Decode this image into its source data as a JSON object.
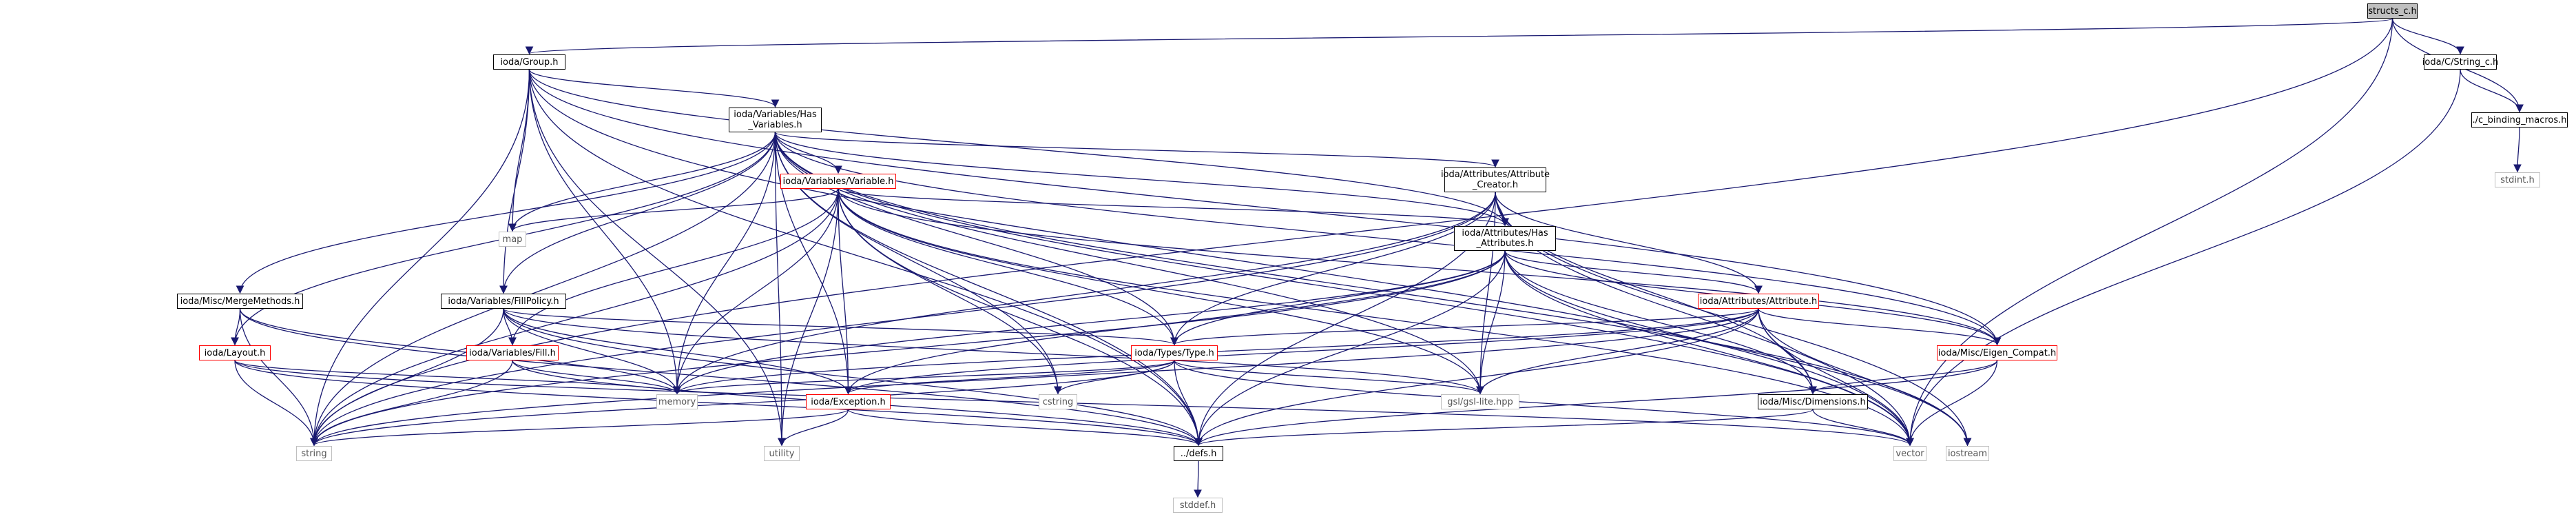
{
  "diagram": {
    "nodes": [
      {
        "id": "structs_c",
        "label": "structs_c.h",
        "kind": "root"
      },
      {
        "id": "group",
        "label": "ioda/Group.h",
        "kind": "doc"
      },
      {
        "id": "c_string",
        "label": "ioda/C/String_c.h",
        "kind": "doc"
      },
      {
        "id": "c_binding",
        "label": "./c_binding_macros.h",
        "kind": "doc"
      },
      {
        "id": "stdint",
        "label": "stdint.h",
        "kind": "ext"
      },
      {
        "id": "has_vars",
        "label": "ioda/Variables/Has\n_Variables.h",
        "kind": "doc"
      },
      {
        "id": "variable",
        "label": "ioda/Variables/Variable.h",
        "kind": "red"
      },
      {
        "id": "attr_creator",
        "label": "ioda/Attributes/Attribute\n_Creator.h",
        "kind": "doc"
      },
      {
        "id": "map",
        "label": "map",
        "kind": "ext"
      },
      {
        "id": "has_attrs",
        "label": "ioda/Attributes/Has\n_Attributes.h",
        "kind": "doc"
      },
      {
        "id": "mergemethods",
        "label": "ioda/Misc/MergeMethods.h",
        "kind": "doc"
      },
      {
        "id": "fillpolicy",
        "label": "ioda/Variables/FillPolicy.h",
        "kind": "doc"
      },
      {
        "id": "attribute",
        "label": "ioda/Attributes/Attribute.h",
        "kind": "red"
      },
      {
        "id": "layout",
        "label": "ioda/Layout.h",
        "kind": "red"
      },
      {
        "id": "fill",
        "label": "ioda/Variables/Fill.h",
        "kind": "red"
      },
      {
        "id": "type",
        "label": "ioda/Types/Type.h",
        "kind": "red"
      },
      {
        "id": "eigen",
        "label": "ioda/Misc/Eigen_Compat.h",
        "kind": "red"
      },
      {
        "id": "memory",
        "label": "memory",
        "kind": "ext"
      },
      {
        "id": "exception",
        "label": "ioda/Exception.h",
        "kind": "red"
      },
      {
        "id": "cstring",
        "label": "cstring",
        "kind": "ext"
      },
      {
        "id": "gsl",
        "label": "gsl/gsl-lite.hpp",
        "kind": "ext"
      },
      {
        "id": "dimensions",
        "label": "ioda/Misc/Dimensions.h",
        "kind": "doc"
      },
      {
        "id": "string",
        "label": "string",
        "kind": "ext"
      },
      {
        "id": "utility",
        "label": "utility",
        "kind": "ext"
      },
      {
        "id": "defs",
        "label": "../defs.h",
        "kind": "doc"
      },
      {
        "id": "vector",
        "label": "vector",
        "kind": "ext"
      },
      {
        "id": "iostream",
        "label": "iostream",
        "kind": "ext"
      },
      {
        "id": "stddef",
        "label": "stddef.h",
        "kind": "ext"
      }
    ],
    "edges": [
      [
        "structs_c",
        "group"
      ],
      [
        "structs_c",
        "c_string"
      ],
      [
        "structs_c",
        "c_binding"
      ],
      [
        "structs_c",
        "string"
      ],
      [
        "structs_c",
        "vector"
      ],
      [
        "c_string",
        "c_binding"
      ],
      [
        "c_string",
        "vector"
      ],
      [
        "c_binding",
        "stdint"
      ],
      [
        "group",
        "has_vars"
      ],
      [
        "group",
        "map"
      ],
      [
        "group",
        "fillpolicy"
      ],
      [
        "group",
        "memory"
      ],
      [
        "group",
        "string"
      ],
      [
        "group",
        "vector"
      ],
      [
        "group",
        "utility"
      ],
      [
        "group",
        "defs"
      ],
      [
        "group",
        "has_attrs"
      ],
      [
        "group",
        "eigen"
      ],
      [
        "has_vars",
        "variable"
      ],
      [
        "has_vars",
        "attr_creator"
      ],
      [
        "has_vars",
        "map"
      ],
      [
        "has_vars",
        "mergemethods"
      ],
      [
        "has_vars",
        "fillpolicy"
      ],
      [
        "has_vars",
        "layout"
      ],
      [
        "has_vars",
        "type"
      ],
      [
        "has_vars",
        "memory"
      ],
      [
        "has_vars",
        "exception"
      ],
      [
        "has_vars",
        "cstring"
      ],
      [
        "has_vars",
        "gsl"
      ],
      [
        "has_vars",
        "string"
      ],
      [
        "has_vars",
        "vector"
      ],
      [
        "has_vars",
        "iostream"
      ],
      [
        "has_vars",
        "defs"
      ],
      [
        "has_vars",
        "eigen"
      ],
      [
        "has_vars",
        "has_attrs"
      ],
      [
        "has_vars",
        "utility"
      ],
      [
        "variable",
        "map"
      ],
      [
        "variable",
        "fill"
      ],
      [
        "variable",
        "type"
      ],
      [
        "variable",
        "memory"
      ],
      [
        "variable",
        "exception"
      ],
      [
        "variable",
        "cstring"
      ],
      [
        "variable",
        "gsl"
      ],
      [
        "variable",
        "string"
      ],
      [
        "variable",
        "vector"
      ],
      [
        "variable",
        "utility"
      ],
      [
        "variable",
        "defs"
      ],
      [
        "variable",
        "has_attrs"
      ],
      [
        "variable",
        "eigen"
      ],
      [
        "attr_creator",
        "has_attrs"
      ],
      [
        "attr_creator",
        "attribute"
      ],
      [
        "attr_creator",
        "type"
      ],
      [
        "attr_creator",
        "memory"
      ],
      [
        "attr_creator",
        "gsl"
      ],
      [
        "attr_creator",
        "string"
      ],
      [
        "attr_creator",
        "vector"
      ],
      [
        "attr_creator",
        "defs"
      ],
      [
        "attr_creator",
        "iostream"
      ],
      [
        "attr_creator",
        "dimensions"
      ],
      [
        "has_attrs",
        "attribute"
      ],
      [
        "has_attrs",
        "type"
      ],
      [
        "has_attrs",
        "memory"
      ],
      [
        "has_attrs",
        "exception"
      ],
      [
        "has_attrs",
        "gsl"
      ],
      [
        "has_attrs",
        "string"
      ],
      [
        "has_attrs",
        "vector"
      ],
      [
        "has_attrs",
        "defs"
      ],
      [
        "has_attrs",
        "dimensions"
      ],
      [
        "has_attrs",
        "eigen"
      ],
      [
        "has_attrs",
        "iostream"
      ],
      [
        "mergemethods",
        "layout"
      ],
      [
        "mergemethods",
        "memory"
      ],
      [
        "mergemethods",
        "string"
      ],
      [
        "mergemethods",
        "defs"
      ],
      [
        "fillpolicy",
        "fill"
      ],
      [
        "fillpolicy",
        "type"
      ],
      [
        "fillpolicy",
        "memory"
      ],
      [
        "fillpolicy",
        "exception"
      ],
      [
        "fillpolicy",
        "string"
      ],
      [
        "fillpolicy",
        "defs"
      ],
      [
        "fillpolicy",
        "gsl"
      ],
      [
        "attribute",
        "type"
      ],
      [
        "attribute",
        "eigen"
      ],
      [
        "attribute",
        "dimensions"
      ],
      [
        "attribute",
        "exception"
      ],
      [
        "attribute",
        "memory"
      ],
      [
        "attribute",
        "gsl"
      ],
      [
        "attribute",
        "string"
      ],
      [
        "attribute",
        "vector"
      ],
      [
        "attribute",
        "defs"
      ],
      [
        "attribute",
        "iostream"
      ],
      [
        "layout",
        "memory"
      ],
      [
        "layout",
        "string"
      ],
      [
        "layout",
        "defs"
      ],
      [
        "layout",
        "vector"
      ],
      [
        "fill",
        "memory"
      ],
      [
        "fill",
        "string"
      ],
      [
        "fill",
        "defs"
      ],
      [
        "type",
        "memory"
      ],
      [
        "type",
        "exception"
      ],
      [
        "type",
        "cstring"
      ],
      [
        "type",
        "gsl"
      ],
      [
        "type",
        "string"
      ],
      [
        "type",
        "vector"
      ],
      [
        "type",
        "defs"
      ],
      [
        "eigen",
        "dimensions"
      ],
      [
        "eigen",
        "defs"
      ],
      [
        "eigen",
        "vector"
      ],
      [
        "exception",
        "utility"
      ],
      [
        "exception",
        "string"
      ],
      [
        "exception",
        "defs"
      ],
      [
        "dimensions",
        "vector"
      ],
      [
        "dimensions",
        "defs"
      ],
      [
        "defs",
        "stddef"
      ]
    ]
  }
}
